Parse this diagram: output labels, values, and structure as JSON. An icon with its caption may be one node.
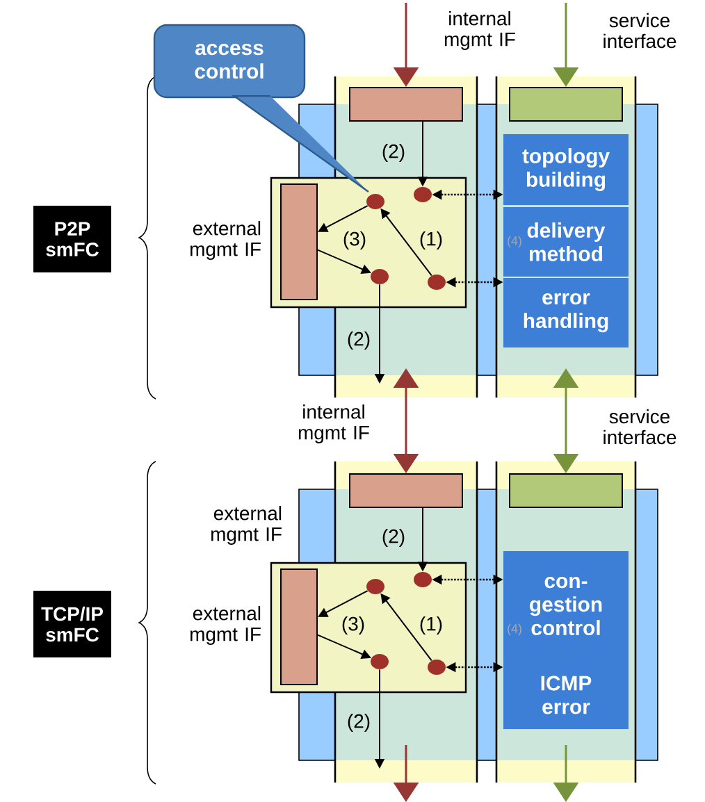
{
  "diagram": {
    "nodes": [
      {
        "text": [
          "P2P smFC"
        ]
      },
      {
        "text": [
          "access control"
        ]
      },
      {
        "text": [],
        "shape": "bar"
      },
      {
        "text": [],
        "shape": "bar"
      },
      {
        "text": [],
        "shape": "bar",
        "beside": [
          "external mgmt IF"
        ]
      },
      {
        "text": [],
        "shape": "circle"
      },
      {
        "text": [],
        "shape": "circle"
      },
      {
        "text": [],
        "shape": "circle"
      },
      {
        "text": [],
        "shape": "circle"
      },
      {
        "text": [
          "topology building"
        ]
      },
      {
        "text": [
          "delivery method"
        ]
      },
      {
        "text": [
          "error handling"
        ]
      },
      {
        "text": [
          "TCP/IP smFC"
        ]
      },
      {
        "text": [],
        "shape": "bar"
      },
      {
        "text": [],
        "shape": "bar"
      },
      {
        "text": [],
        "shape": "bar",
        "beside": [
          "external mgmt IF"
        ]
      },
      {
        "text": [],
        "shape": "circle"
      },
      {
        "text": [],
        "shape": "circle"
      },
      {
        "text": [],
        "shape": "circle"
      },
      {
        "text": [],
        "shape": "circle"
      },
      {
        "text": [
          "con- gestion control"
        ]
      },
      {
        "text": [
          "ICMP error"
        ]
      }
    ],
    "edges": [
      {
        "from": null,
        "to": 2,
        "arrow": "to",
        "label": "internal mgmt IF",
        "color": "#953735"
      },
      {
        "from": null,
        "to": 3,
        "arrow": "to",
        "label": "service interface",
        "color": "#77933c"
      },
      {
        "from": 2,
        "to": 6,
        "arrow": "to",
        "label": "(2)"
      },
      {
        "from": 5,
        "to": 4,
        "arrow": "to"
      },
      {
        "from": 4,
        "to": 7,
        "arrow": "to",
        "label": "(3)"
      },
      {
        "from": 8,
        "to": 5,
        "arrow": "to",
        "label": "(1)"
      },
      {
        "from": 7,
        "to": null,
        "arrow": "to",
        "label": "(2)"
      },
      {
        "from": 6,
        "to": 9,
        "arrow": "both",
        "style": "dashed"
      },
      {
        "from": 8,
        "to": 11,
        "arrow": "both",
        "style": "dashed"
      },
      {
        "from": null,
        "to": 13,
        "arrow": "both",
        "label": "internal mgmt IF",
        "color": "#953735"
      },
      {
        "from": null,
        "to": 14,
        "arrow": "both",
        "label": "service interface",
        "color": "#77933c"
      },
      {
        "from": 13,
        "to": 17,
        "arrow": "to",
        "label": "(2)"
      },
      {
        "from": 16,
        "to": 15,
        "arrow": "to"
      },
      {
        "from": 15,
        "to": 18,
        "arrow": "to",
        "label": "(3)"
      },
      {
        "from": 19,
        "to": 16,
        "arrow": "to",
        "label": "(1)"
      },
      {
        "from": 18,
        "to": null,
        "arrow": "to",
        "label": "(2)"
      },
      {
        "from": 17,
        "to": 20,
        "arrow": "both",
        "style": "dashed"
      },
      {
        "from": 19,
        "to": 21,
        "arrow": "both",
        "style": "dashed"
      }
    ],
    "labels": [
      "(4)",
      "external mgmt IF",
      "(4)"
    ]
  }
}
